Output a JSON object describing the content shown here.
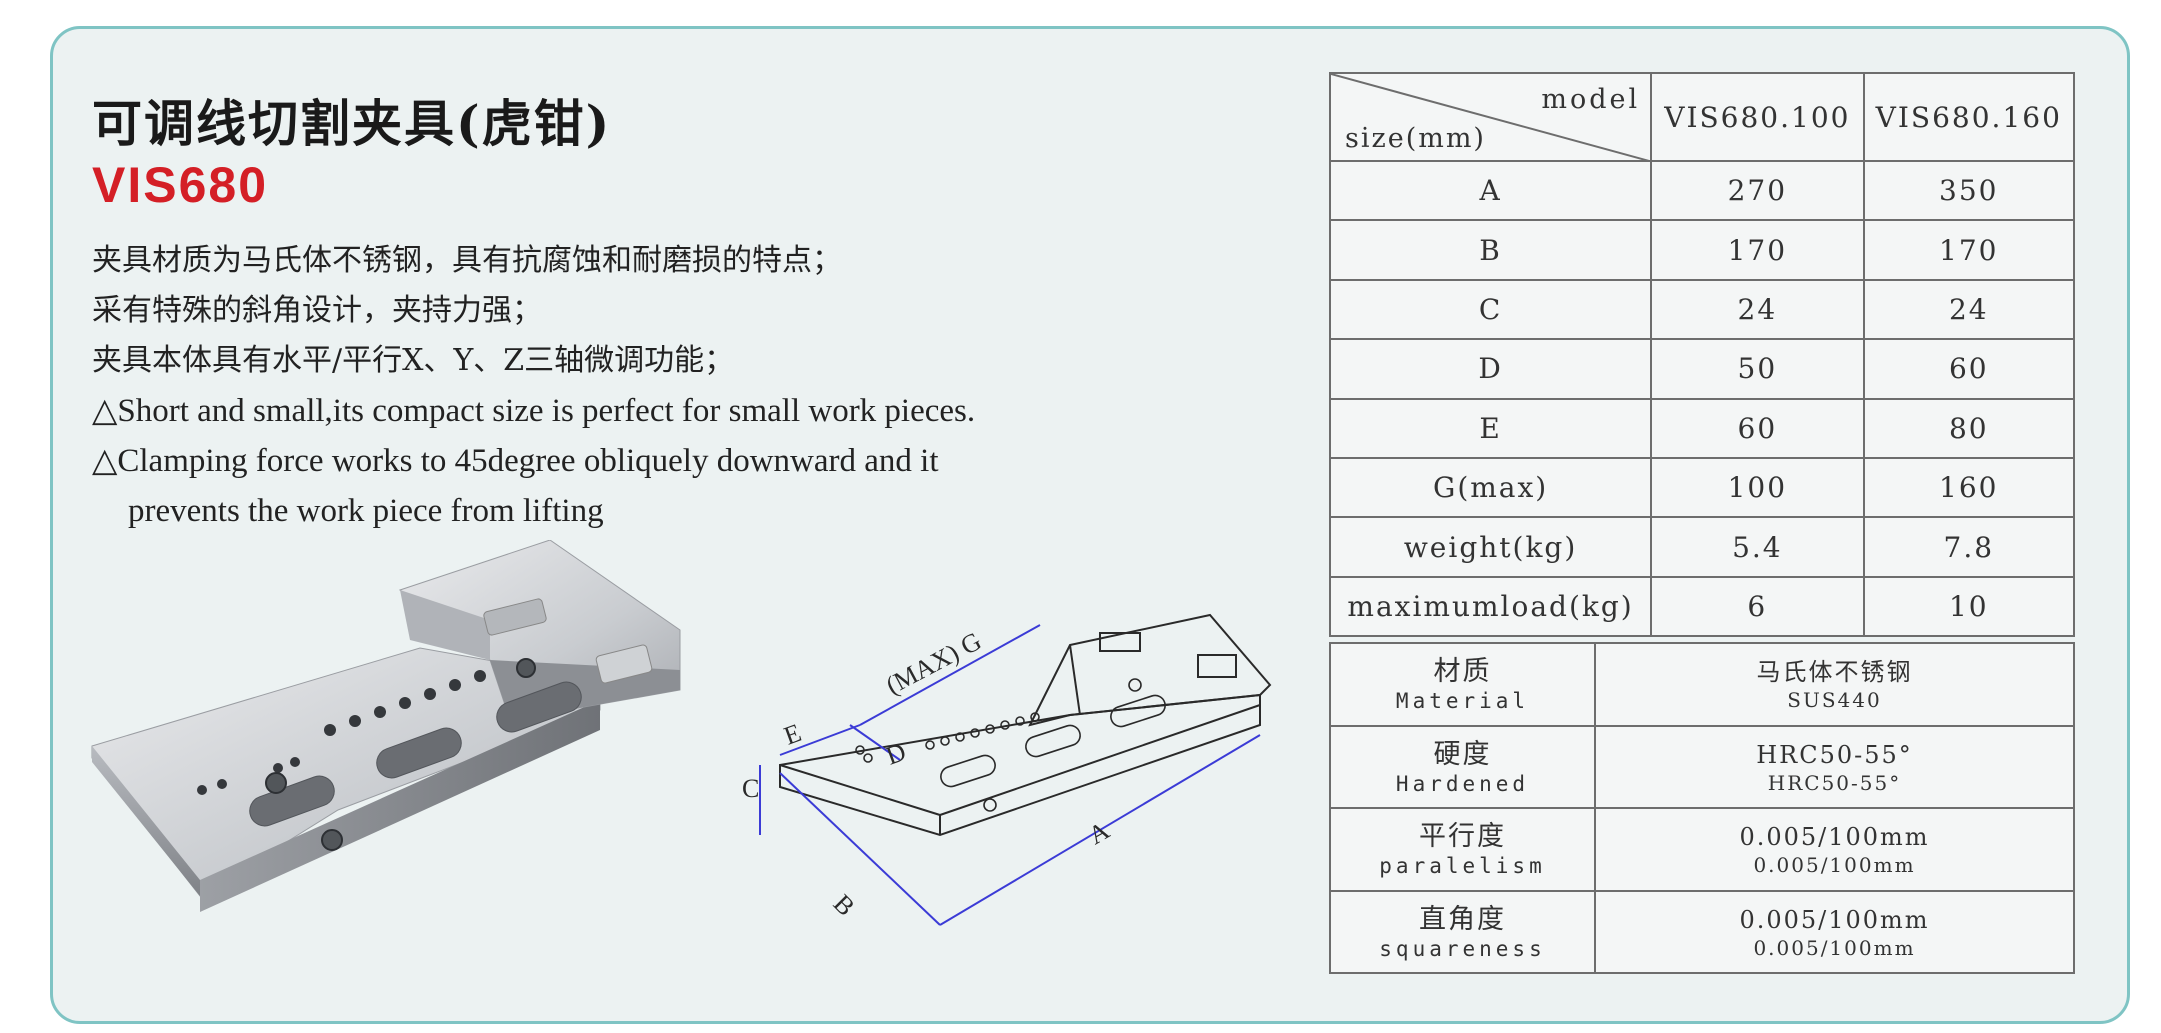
{
  "title_cn": "可调线切割夹具(虎钳)",
  "model_code": "VIS680",
  "features": [
    "夹具材质为马氏体不锈钢，具有抗腐蚀和耐磨损的特点；",
    "采有特殊的斜角设计，夹持力强；",
    "夹具本体具有水平/平行X、Y、Z三轴微调功能；",
    "△Short and small,its compact size is perfect for small work pieces.",
    "△Clamping force works to 45degree obliquely downward and it",
    "prevents the work piece from lifting"
  ],
  "spec_table": {
    "header_model": "model",
    "header_size": "size(mm)",
    "models": [
      "VIS680.100",
      "VIS680.160"
    ],
    "rows": [
      {
        "label": "A",
        "v1": "270",
        "v2": "350"
      },
      {
        "label": "B",
        "v1": "170",
        "v2": "170"
      },
      {
        "label": "C",
        "v1": "24",
        "v2": "24"
      },
      {
        "label": "D",
        "v1": "50",
        "v2": "60"
      },
      {
        "label": "E",
        "v1": "60",
        "v2": "80"
      },
      {
        "label": "G(max)",
        "v1": "100",
        "v2": "160"
      },
      {
        "label": "weight(kg)",
        "v1": "5.4",
        "v2": "7.8"
      },
      {
        "label": "maximumload(kg)",
        "v1": "6",
        "v2": "10"
      }
    ]
  },
  "property_table": [
    {
      "cn": "材质",
      "en": "Material",
      "value": "马氏体不锈钢",
      "value2": "SUS440"
    },
    {
      "cn": "硬度",
      "en": "Hardened",
      "value": "HRC50-55°",
      "value2": "HRC50-55°"
    },
    {
      "cn": "平行度",
      "en": "paralelism",
      "value": "0.005/100mm",
      "value2": "0.005/100mm"
    },
    {
      "cn": "直角度",
      "en": "squareness",
      "value": "0.005/100mm",
      "value2": "0.005/100mm"
    }
  ],
  "diagram_labels": {
    "a": "A",
    "b": "B",
    "c": "C",
    "d": "D",
    "e": "E",
    "g": "(MAX) G"
  },
  "colors": {
    "border": "#7fc4c4",
    "background": "#ecf2f2",
    "model_red": "#d41f26",
    "dimension_blue": "#3b3bd6"
  }
}
